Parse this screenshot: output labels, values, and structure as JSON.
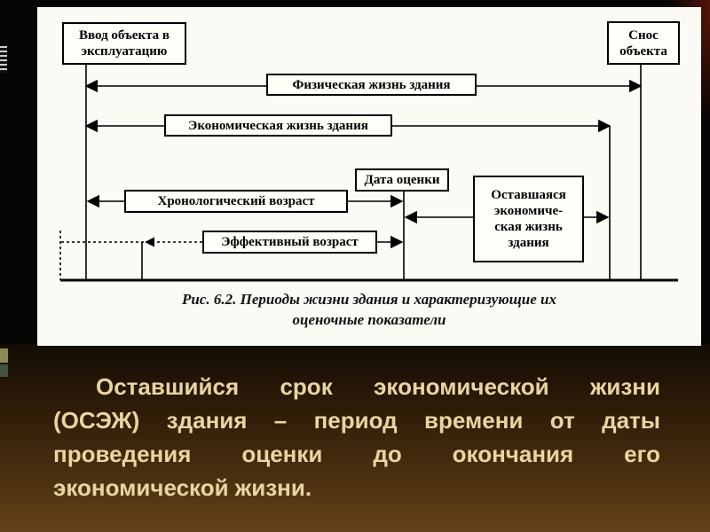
{
  "diagram": {
    "boxes": {
      "commissioning": "Ввод объекта в\nэксплуатацию",
      "demolition": "Снос\nобъекта",
      "physical_life": "Физическая жизнь здания",
      "economic_life": "Экономическая жизнь здания",
      "valuation_date": "Дата оценки",
      "chronological_age": "Хронологический возраст",
      "effective_age": "Эффективный возраст",
      "remaining_life": "Оставшаяся\nэкономиче-\nская жизнь\nздания"
    },
    "caption": {
      "line1": "Рис. 6.2. Периоды жизни здания и характеризующие их",
      "line2": "оценочные показатели"
    }
  },
  "body": {
    "lines": [
      "Оставшийся срок экономической жизни",
      "(ОСЭЖ) здания – период времени от даты",
      "проведения оценки до окончания его",
      "экономической жизни."
    ]
  },
  "colors": {
    "background_top": "#060504",
    "background_bottom": "#63431a",
    "panel": "#fbfaf4",
    "diagram_line": "#000000",
    "body_text": "#e8d5a0"
  }
}
